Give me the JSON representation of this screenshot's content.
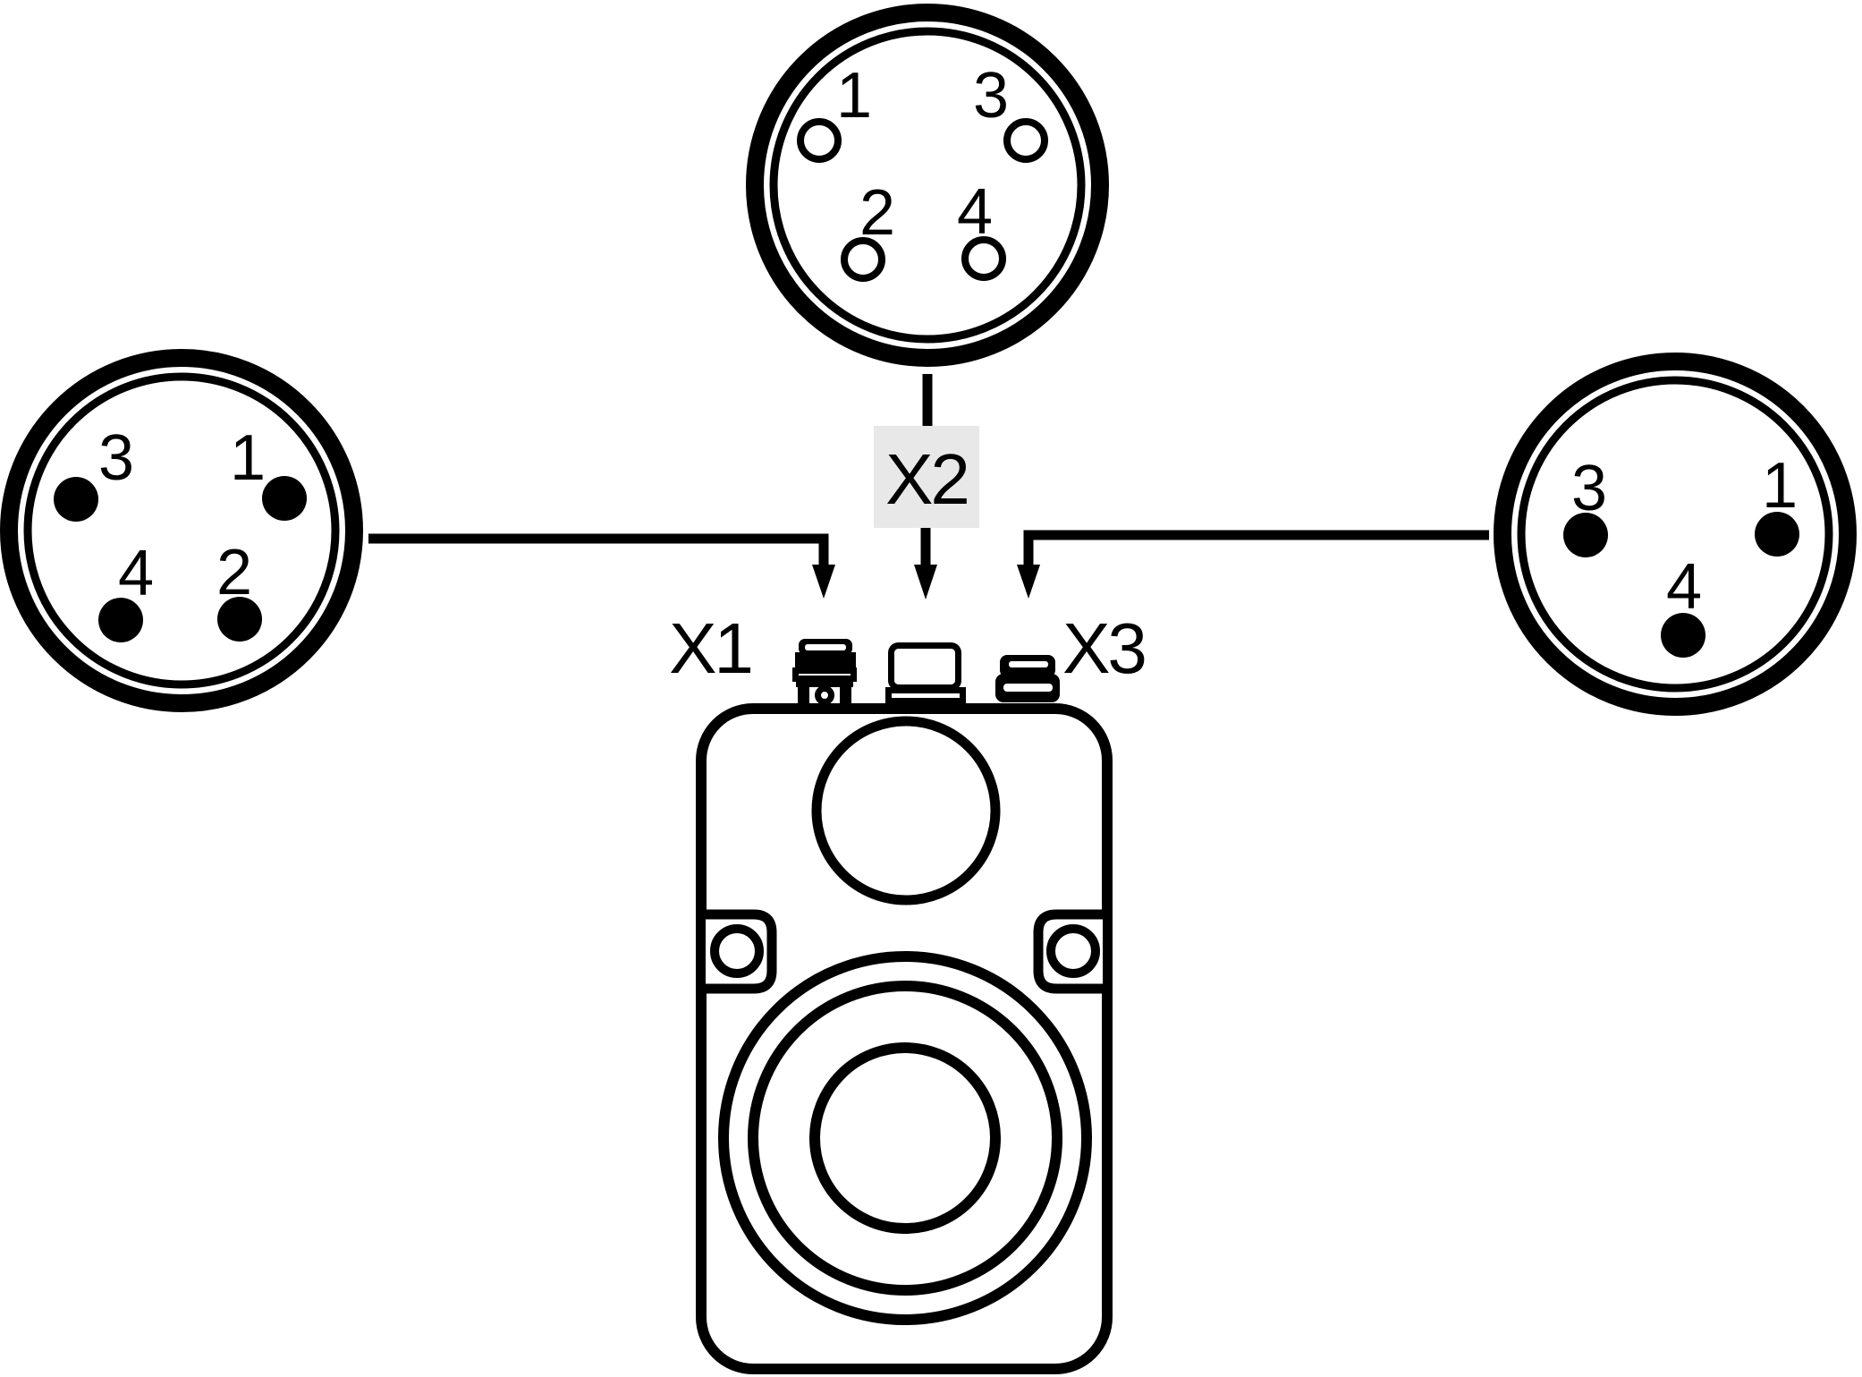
{
  "colors": {
    "stroke": "#000000",
    "background": "#ffffff",
    "x2_label_box": "#e8e8e8"
  },
  "port_labels": {
    "x1": "X1",
    "x2": "X2",
    "x3": "X3"
  },
  "connectors": {
    "top": {
      "pin_style": "open",
      "pin_labels": [
        "1",
        "3",
        "2",
        "4"
      ]
    },
    "left": {
      "pin_style": "filled",
      "pin_labels": [
        "3",
        "1",
        "4",
        "2"
      ]
    },
    "right": {
      "pin_style": "filled",
      "pin_labels": [
        "3",
        "1",
        "4"
      ]
    }
  }
}
